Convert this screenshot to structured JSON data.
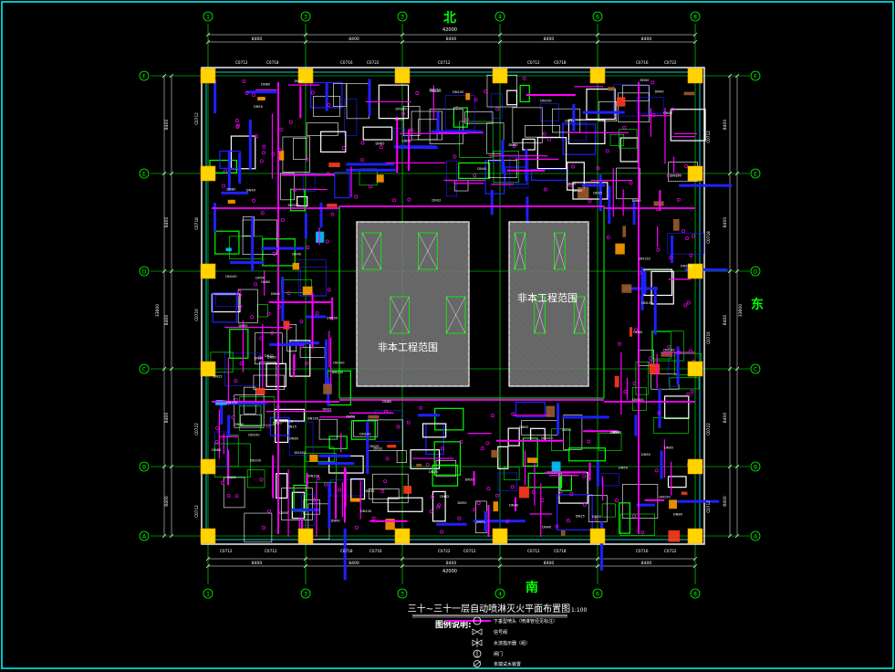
{
  "drawing": {
    "north_label": "北",
    "south_label": "南",
    "east_label": "东",
    "title": "三十~三十一层自动喷淋灭火平面布置图",
    "scale": "1:100",
    "non_scope_label": "非本工程范围",
    "overall_dim": "42000",
    "overall_dim_v": "33600",
    "bay_dims": [
      "8400",
      "8400",
      "8400",
      "8400",
      "8400"
    ],
    "vbay_dims": [
      "8400",
      "8400",
      "8400",
      "8400",
      "8400"
    ]
  },
  "grid": {
    "columns": [
      "1",
      "3",
      "3",
      "4",
      "6",
      "8"
    ],
    "rows": [
      "F",
      "E",
      "D",
      "C",
      "B",
      "A"
    ]
  },
  "legend": {
    "heading": "图例说明:",
    "items": [
      {
        "symbol": "sprinkler-up-icon",
        "text": "下垂型喷头（喷淋管径见标注）"
      },
      {
        "symbol": "signal-valve-icon",
        "text": "信号阀"
      },
      {
        "symbol": "flow-indicator-icon",
        "text": "水流指示器（组）"
      },
      {
        "symbol": "gate-valve-icon",
        "text": "闸门"
      },
      {
        "symbol": "end-test-icon",
        "text": "末端试水装置"
      }
    ]
  },
  "pipe_tags": [
    "DN25",
    "DN32",
    "DN40",
    "DN50",
    "DN65",
    "DN80",
    "DN100",
    "DN150"
  ],
  "door_tags": [
    "C0712",
    "C0718",
    "C0716",
    "C0722",
    "C0712"
  ],
  "colors": {
    "background": "#000000",
    "frame": "#00ffff",
    "grid_line": "#00ff00",
    "pipe": "#ff00ff",
    "wall": "#ffffff",
    "column": "#ffd400",
    "partition": "#2020ff",
    "annotation": "#ffffff",
    "core_hatch": "#7a7a7a"
  }
}
